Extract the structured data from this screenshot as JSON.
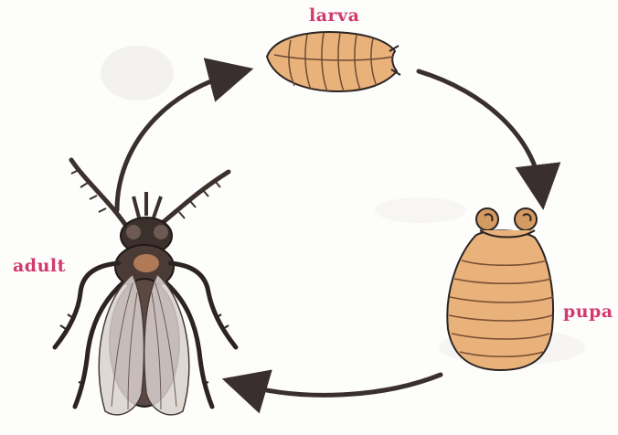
{
  "labels": {
    "larva": "larva",
    "pupa": "pupa",
    "adult": "adult"
  },
  "colors": {
    "label": "#d23a6e",
    "arrow": "#3a2f2f",
    "body_fill": "#e9b27a",
    "body_stroke": "#2b2424",
    "fly_body": "#4a3b36",
    "wing": "#d9d2cf"
  },
  "icons": {
    "larva": "larva-figure",
    "pupa": "pupa-figure",
    "adult": "adult-fly-figure",
    "arrows": "cycle-arrow"
  }
}
